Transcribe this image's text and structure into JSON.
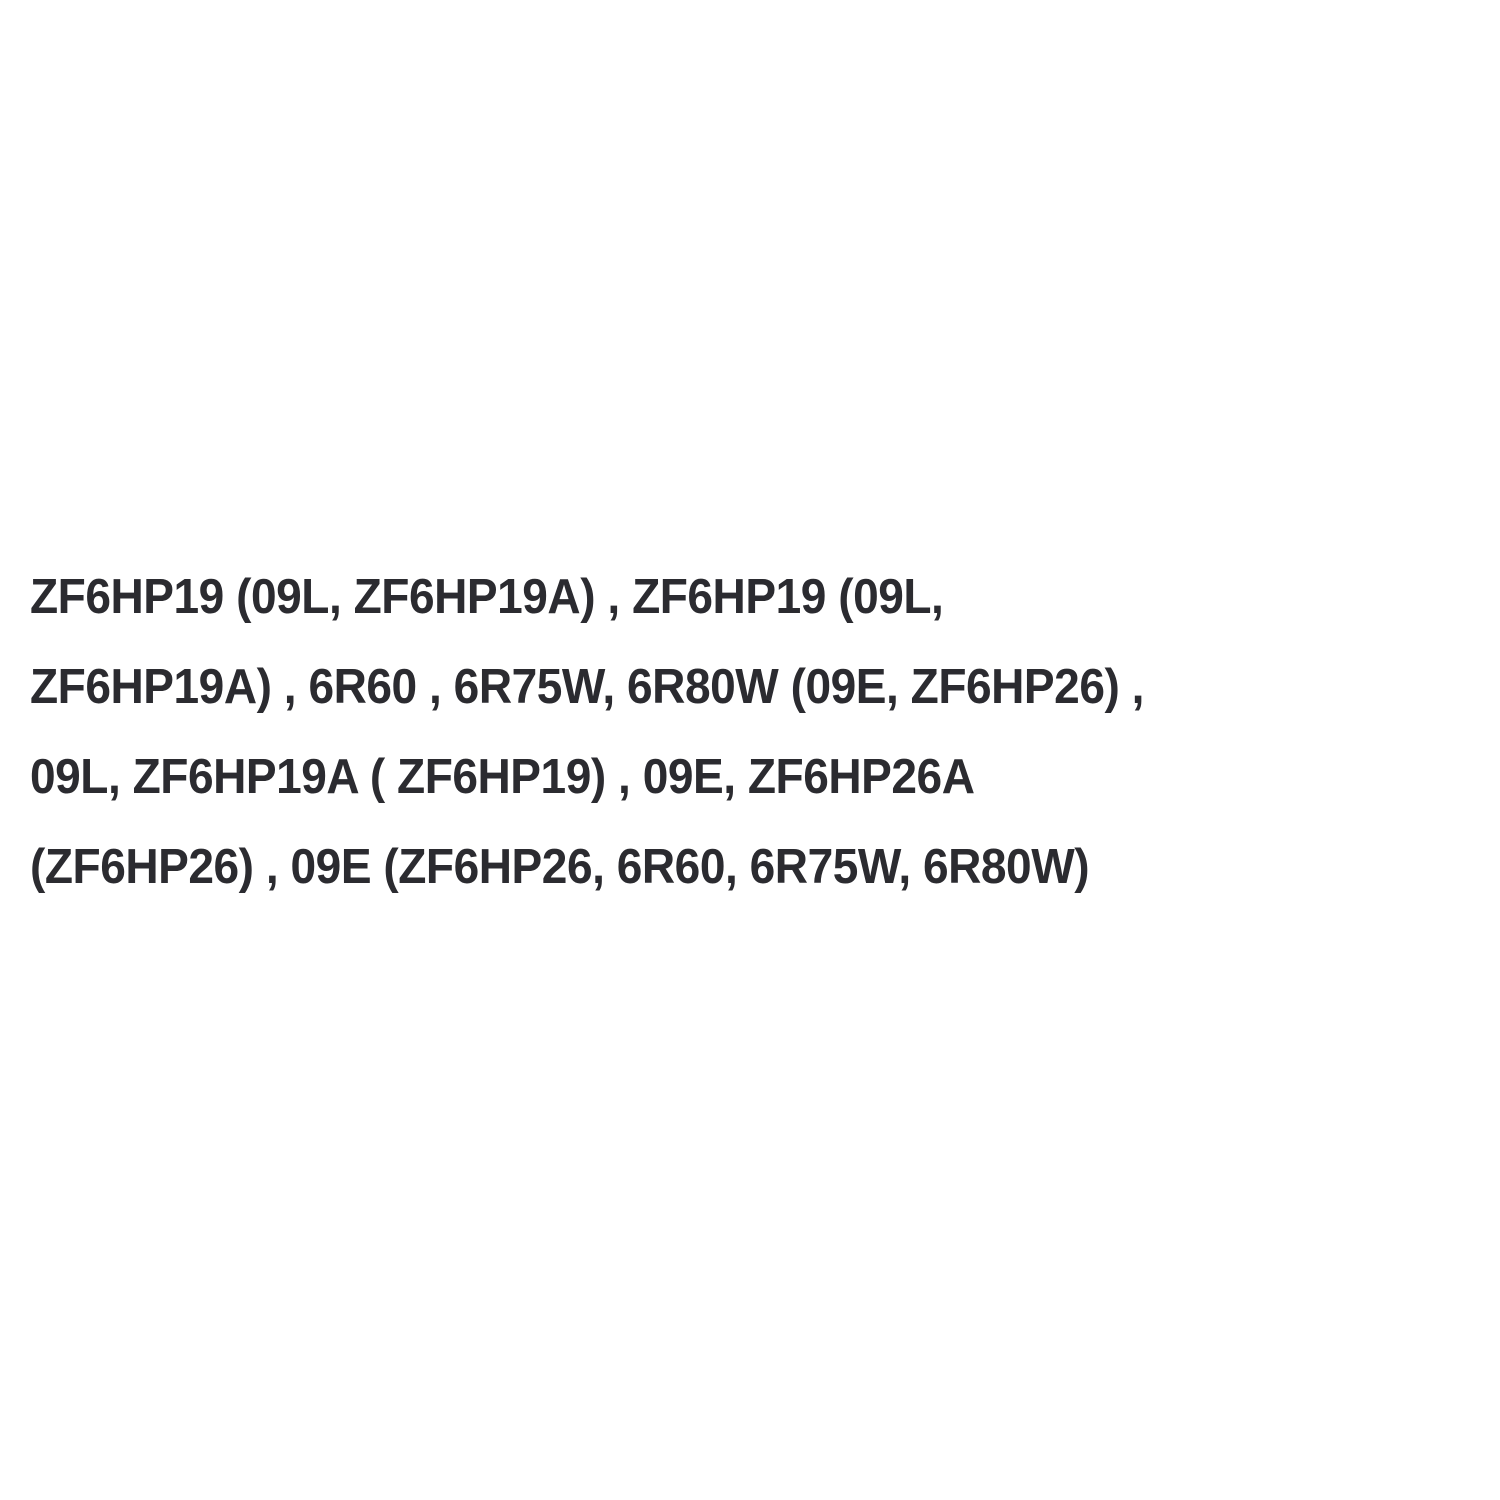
{
  "document": {
    "background_color": "#ffffff",
    "text_color": "#2b2b30",
    "body": {
      "full_text": "ZF6HP19 (09L, ZF6HP19A) , ZF6HP19 (09L, ZF6HP19A) , 6R60 , 6R75W, 6R80W (09E, ZF6HP26) , 09L, ZF6HP19A ( ZF6HP19) , 09E, ZF6HP26A (ZF6HP26) , 09E (ZF6HP26, 6R60, 6R75W, 6R80W)",
      "lines": [
        "ZF6HP19 (09L, ZF6HP19A) , ZF6HP19 (09L,",
        "ZF6HP19A) , 6R60 , 6R75W, 6R80W (09E, ZF6HP26) ,",
        "09L, ZF6HP19A ( ZF6HP19) , 09E, ZF6HP26A",
        "(ZF6HP26) , 09E (ZF6HP26, 6R60, 6R75W, 6R80W)"
      ]
    }
  }
}
